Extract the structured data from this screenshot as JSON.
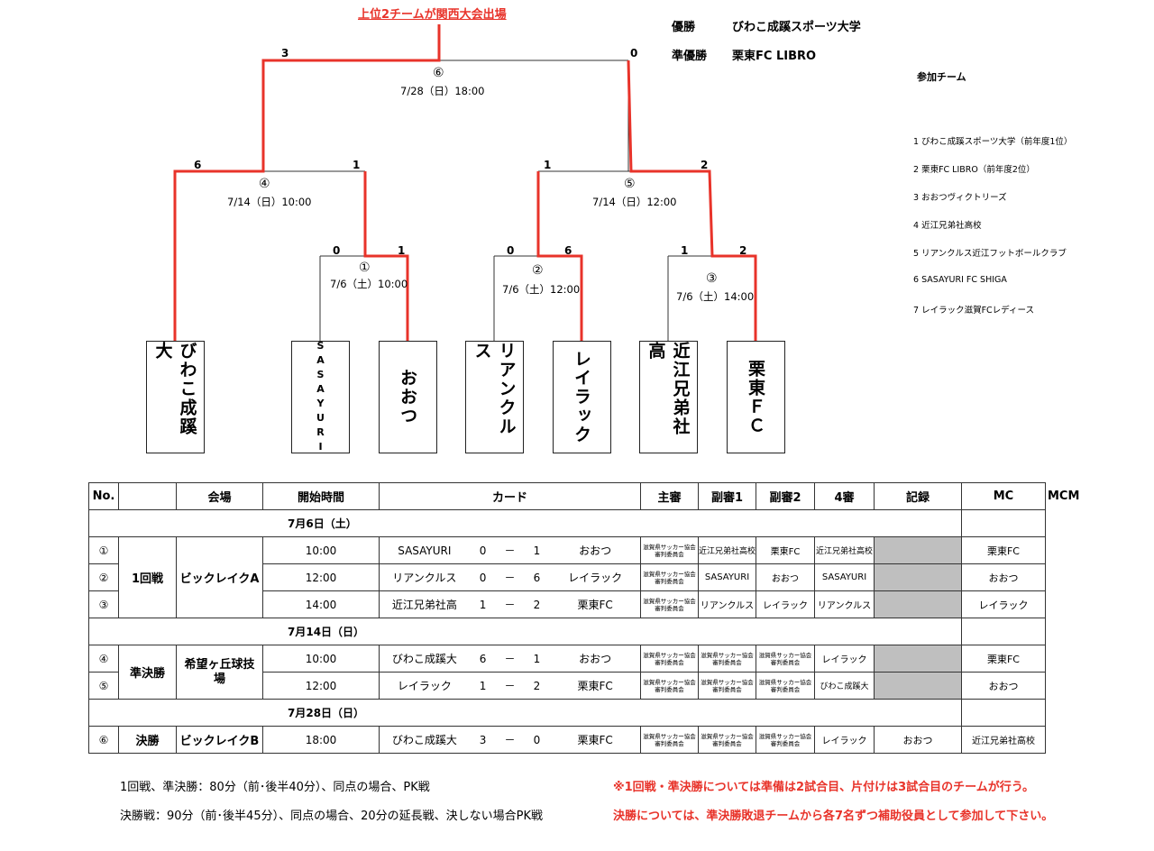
{
  "header": {
    "qualify_note": "上位2チームが関西大会出場"
  },
  "results": {
    "champion_label": "優勝",
    "champion": "びわこ成蹊スポーツ大学",
    "runner_label": "準優勝",
    "runner": "栗東FC LIBRO"
  },
  "participants": {
    "title": "参加チーム",
    "items": [
      "1  びわこ成蹊スポーツ大学（前年度1位）",
      "2  栗東FC LIBRO（前年度2位）",
      "3  おおつヴィクトリーズ",
      "4  近江兄弟社高校",
      "5  リアンクルス近江フットボールクラブ",
      "6  SASAYURI FC SHIGA",
      "7  レイラック滋賀FCレディース"
    ]
  },
  "bracket": {
    "match6": {
      "num": "⑥",
      "date": "7/28（日）18:00",
      "left": "3",
      "right": "0"
    },
    "match4": {
      "num": "④",
      "date": "7/14（日）10:00",
      "left": "6",
      "right": "1"
    },
    "match5": {
      "num": "⑤",
      "date": "7/14（日）12:00",
      "left": "1",
      "right": "2"
    },
    "match1": {
      "num": "①",
      "date": "7/6（土）10:00",
      "left": "0",
      "right": "1"
    },
    "match2": {
      "num": "②",
      "date": "7/6（土）12:00",
      "left": "0",
      "right": "6"
    },
    "match3": {
      "num": "③",
      "date": "7/6（土）14:00",
      "left": "1",
      "right": "2"
    },
    "teams": [
      "びわこ成蹊大",
      "SASAYURI",
      "おおつ",
      "リアンクルス",
      "レイラック",
      "近江兄弟社高",
      "栗東ＦＣ"
    ]
  },
  "schedule": {
    "headers": [
      "No.",
      "",
      "会場",
      "開始時間",
      "カード",
      "主審",
      "副審1",
      "副審2",
      "4審",
      "記録",
      "MC"
    ],
    "extra_header": "MCM",
    "day1": "7月6日（土）",
    "day2": "7月14日（日）",
    "day3": "7月28日（日）",
    "round1": "1回戦",
    "venue1": "ビックレイクA",
    "round2": "準決勝",
    "venue2": "希望ヶ丘球技場",
    "round3": "決勝",
    "venue3": "ビックレイクB",
    "assoc": "滋賀県サッカー協会 審判委員会",
    "dash": "－",
    "rows": [
      {
        "no": "①",
        "time": "10:00",
        "home": "SASAYURI",
        "hs": "0",
        "as": "1",
        "away": "おおつ",
        "ref": "滋賀県サッカー協会 審判委員会",
        "a1": "近江兄弟社高校",
        "a2": "栗東FC",
        "fourth": "近江兄弟社高校",
        "rec": "",
        "mc": "栗東FC"
      },
      {
        "no": "②",
        "time": "12:00",
        "home": "リアンクルス",
        "hs": "0",
        "as": "6",
        "away": "レイラック",
        "ref": "滋賀県サッカー協会 審判委員会",
        "a1": "SASAYURI",
        "a2": "おおつ",
        "fourth": "SASAYURI",
        "rec": "",
        "mc": "おおつ"
      },
      {
        "no": "③",
        "time": "14:00",
        "home": "近江兄弟社高",
        "hs": "1",
        "as": "2",
        "away": "栗東FC",
        "ref": "滋賀県サッカー協会 審判委員会",
        "a1": "リアンクルス",
        "a2": "レイラック",
        "fourth": "リアンクルス",
        "rec": "",
        "mc": "レイラック"
      },
      {
        "no": "④",
        "time": "10:00",
        "home": "びわこ成蹊大",
        "hs": "6",
        "as": "1",
        "away": "おおつ",
        "ref": "滋賀県サッカー協会 審判委員会",
        "a1": "滋賀県サッカー協会 審判委員会",
        "a2": "滋賀県サッカー協会 審判委員会",
        "fourth": "レイラック",
        "rec": "",
        "mc": "栗東FC"
      },
      {
        "no": "⑤",
        "time": "12:00",
        "home": "レイラック",
        "hs": "1",
        "as": "2",
        "away": "栗東FC",
        "ref": "滋賀県サッカー協会 審判委員会",
        "a1": "滋賀県サッカー協会 審判委員会",
        "a2": "滋賀県サッカー協会 審判委員会",
        "fourth": "びわこ成蹊大",
        "rec": "",
        "mc": "おおつ"
      },
      {
        "no": "⑥",
        "time": "18:00",
        "home": "びわこ成蹊大",
        "hs": "3",
        "as": "0",
        "away": "栗東FC",
        "ref": "滋賀県サッカー協会 審判委員会",
        "a1": "滋賀県サッカー協会 審判委員会",
        "a2": "滋賀県サッカー協会 審判委員会",
        "fourth": "レイラック",
        "rec": "おおつ",
        "mc": "近江兄弟社高校"
      }
    ]
  },
  "notes": {
    "rule1": "1回戦、準決勝：80分（前･後半40分）、同点の場合、PK戦",
    "rule2": "決勝戦：90分（前･後半45分）、同点の場合、20分の延長戦、決しない場合PK戦",
    "red1": "※1回戦・準決勝については準備は2試合目、片付けは3試合目のチームが行う。",
    "red2": "決勝については、準決勝敗退チームから各7名ずつ補助役員として参加して下さい。"
  },
  "colors": {
    "winner_line": "#e8332a",
    "loser_line": "#333333",
    "record_fill": "#bfbfbf"
  }
}
